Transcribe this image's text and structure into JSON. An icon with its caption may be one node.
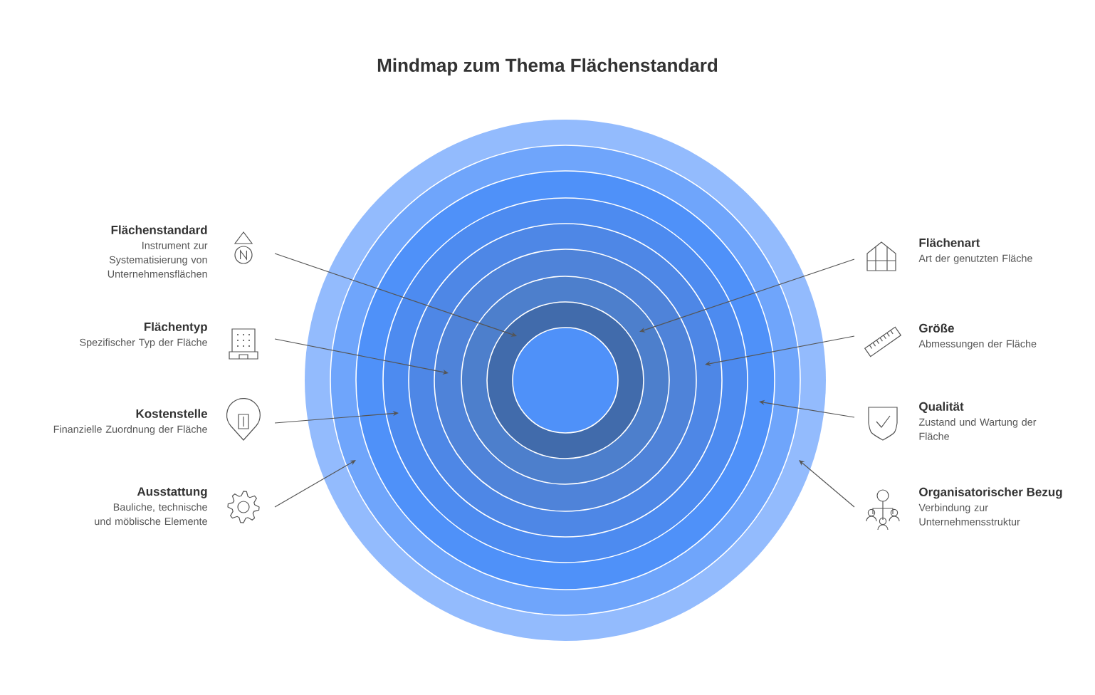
{
  "diagram": {
    "title": "Mindmap zum Thema Flächenstandard",
    "nodes": [
      {
        "text": [],
        "shape": "circle"
      },
      {
        "text": [],
        "shape": "circle",
        "in": 0
      },
      {
        "text": [],
        "shape": "circle",
        "in": 1
      },
      {
        "text": [],
        "shape": "circle",
        "in": 2
      },
      {
        "text": [],
        "shape": "circle",
        "in": 3
      },
      {
        "text": [],
        "shape": "circle",
        "in": 4
      },
      {
        "text": [],
        "shape": "circle",
        "in": 5
      },
      {
        "text": [],
        "shape": "circle",
        "in": 6
      },
      {
        "text": [],
        "shape": "circle",
        "in": 7
      },
      {
        "text": [
          "Flächenstandard",
          "Instrument zur Systematisierung von Unternehmensflächen"
        ]
      },
      {
        "text": [
          "Flächenart",
          "Art der genutzten Fläche"
        ]
      },
      {
        "text": [
          "Flächentyp",
          "Spezifischer Typ der Fläche"
        ]
      },
      {
        "text": [
          "Größe",
          "Abmessungen der Fläche"
        ]
      },
      {
        "text": [
          "Kostenstelle",
          "Finanzielle Zuordnung der Fläche"
        ]
      },
      {
        "text": [
          "Qualität",
          "Zustand und Wartung der Fläche"
        ]
      },
      {
        "text": [
          "Ausstattung",
          "Bauliche, technische und möblische Elemente"
        ]
      },
      {
        "text": [
          "Organisatorischer Bezug",
          "Verbindung zur Unternehmensstruktur"
        ]
      }
    ],
    "edges": [
      {
        "from": 9,
        "to": 7,
        "arrow": "to"
      },
      {
        "from": 10,
        "to": 6,
        "arrow": "to"
      },
      {
        "from": 11,
        "to": 5,
        "arrow": "to"
      },
      {
        "from": 12,
        "to": 4,
        "arrow": "to"
      },
      {
        "from": 13,
        "to": 3,
        "arrow": "to"
      },
      {
        "from": 14,
        "to": 2,
        "arrow": "to"
      },
      {
        "from": 15,
        "to": 1,
        "arrow": "to"
      },
      {
        "from": 16,
        "to": 0,
        "arrow": "to"
      }
    ]
  }
}
